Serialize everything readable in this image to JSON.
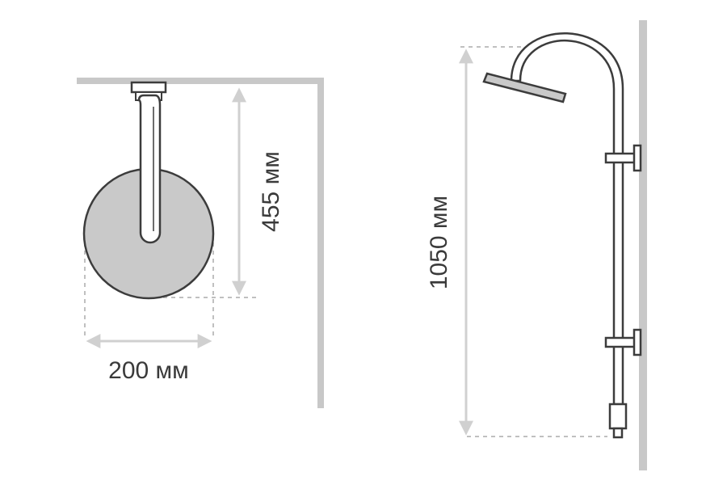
{
  "dimensions": {
    "width_label": "200 мм",
    "height_label": "455 мм",
    "total_height_label": "1050 мм"
  },
  "colors": {
    "wall": "#c8c8c8",
    "outline": "#3c3c3c",
    "disc_fill": "#c9c9c9",
    "arrow": "#d0d0d0",
    "dashed": "#c0c0c0",
    "text": "#3a3a3a"
  }
}
